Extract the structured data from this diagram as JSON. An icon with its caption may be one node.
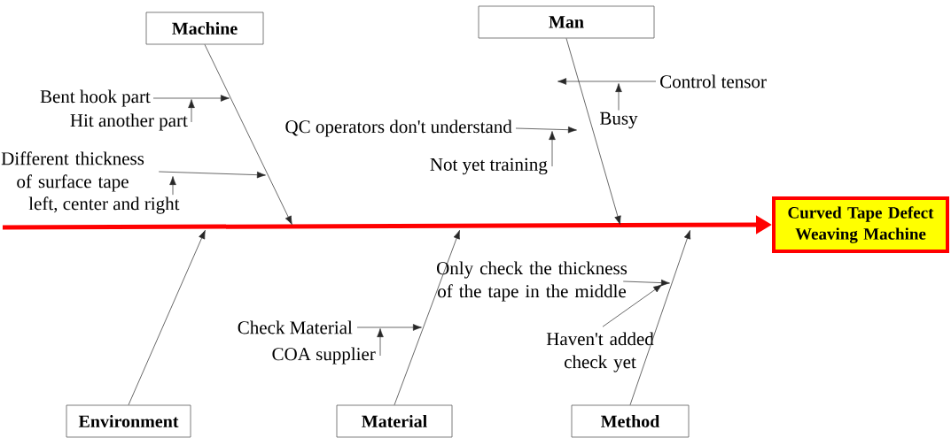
{
  "diagram": {
    "nodes": [
      {
        "text": [
          "Machine"
        ]
      },
      {
        "text": [
          "Man"
        ]
      },
      {
        "text": [
          "Environment"
        ]
      },
      {
        "text": [
          "Material"
        ]
      },
      {
        "text": [
          "Method"
        ]
      },
      {
        "text": [
          "Curved Tape Defect Weaving Machine"
        ]
      },
      {
        "text": [
          "Bent hook part"
        ]
      },
      {
        "text": [
          "Hit another part"
        ]
      },
      {
        "text": [
          "Different thickness of surface tape"
        ]
      },
      {
        "text": [
          "left, center and right"
        ]
      },
      {
        "text": [
          "QC operators don't understand"
        ]
      },
      {
        "text": [
          "Not yet training"
        ]
      },
      {
        "text": [
          "Control tensor"
        ]
      },
      {
        "text": [
          "Busy"
        ]
      },
      {
        "text": [
          "Check Material"
        ]
      },
      {
        "text": [
          "COA supplier"
        ]
      },
      {
        "text": [
          "Only check the thickness of the tape in the middle"
        ]
      },
      {
        "text": [
          "Haven't added check yet"
        ]
      }
    ],
    "edges": [
      {
        "from": null,
        "to": 5,
        "arrow": "to",
        "style": "thick",
        "color": "#ff0000"
      },
      {
        "from": 0,
        "to": null,
        "arrow": "to"
      },
      {
        "from": 1,
        "to": null,
        "arrow": "to"
      },
      {
        "from": 2,
        "to": null,
        "arrow": "to"
      },
      {
        "from": 3,
        "to": null,
        "arrow": "to"
      },
      {
        "from": 4,
        "to": null,
        "arrow": "to"
      },
      {
        "from": 6,
        "to": null,
        "arrow": "to"
      },
      {
        "from": 7,
        "to": null,
        "arrow": "to"
      },
      {
        "from": 8,
        "to": null,
        "arrow": "to"
      },
      {
        "from": 9,
        "to": null,
        "arrow": "to"
      },
      {
        "from": 10,
        "to": null,
        "arrow": "to"
      },
      {
        "from": 11,
        "to": null,
        "arrow": "to"
      },
      {
        "from": 12,
        "to": null,
        "arrow": "to"
      },
      {
        "from": 13,
        "to": null,
        "arrow": "to"
      },
      {
        "from": 14,
        "to": null,
        "arrow": "to"
      },
      {
        "from": 15,
        "to": null,
        "arrow": "to"
      },
      {
        "from": 16,
        "to": null,
        "arrow": "to"
      },
      {
        "from": 17,
        "to": null,
        "arrow": "to"
      }
    ]
  }
}
